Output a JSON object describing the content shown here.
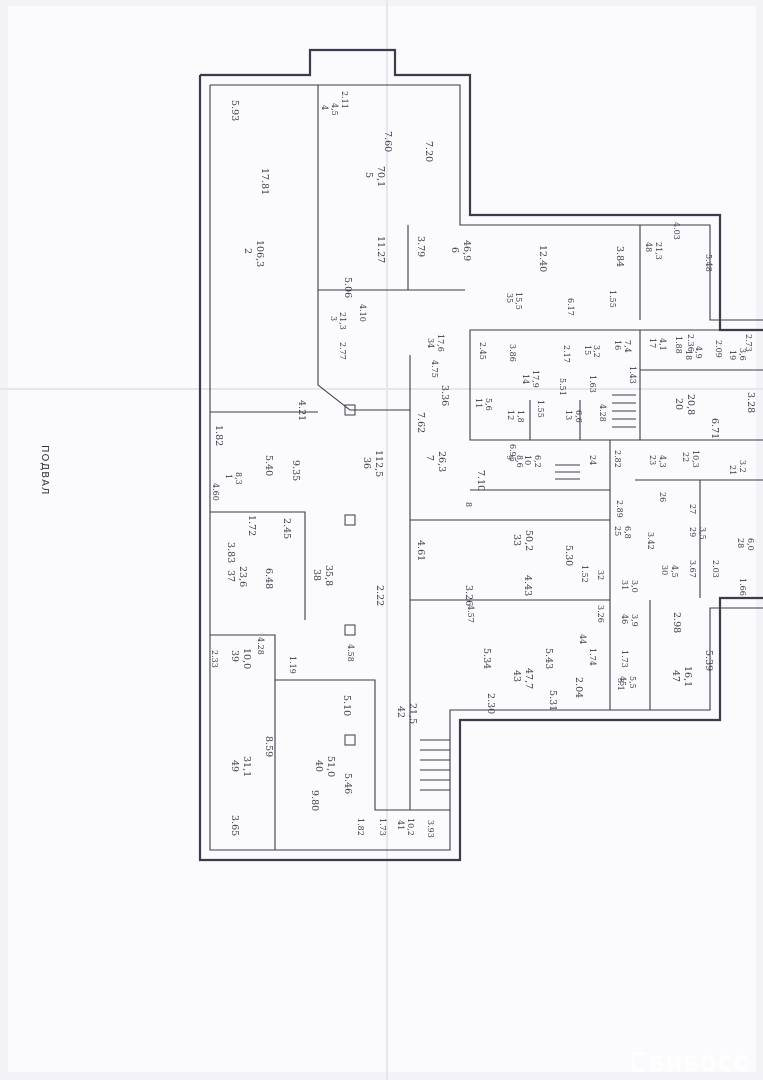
{
  "plan": {
    "title": "ПОДВАЛ",
    "watermark": "БИБОСС",
    "rooms": [
      {
        "id": "room-2",
        "num": "2",
        "area": "106,3",
        "dims": [
          "5.93",
          "17.81"
        ]
      },
      {
        "id": "room-4",
        "num": "4",
        "area": "4,5",
        "dims": [
          "2.11"
        ]
      },
      {
        "id": "room-5",
        "num": "5",
        "area": "70,1",
        "dims": [
          "7.60",
          "7.20",
          "11.27",
          "5.06"
        ]
      },
      {
        "id": "room-6",
        "num": "6",
        "area": "46,9",
        "dims": [
          "3.79",
          "12.40",
          "3.84"
        ]
      },
      {
        "id": "room-48",
        "num": "48",
        "area": "21,3",
        "dims": [
          "4.03",
          "5.48"
        ]
      },
      {
        "id": "room-3",
        "num": "3",
        "area": "21,3",
        "dims": [
          "4.10",
          "2.77"
        ]
      },
      {
        "id": "room-35",
        "num": "35",
        "area": "15,5",
        "dims": [
          "6.17",
          "1.55"
        ]
      },
      {
        "id": "room-34",
        "num": "34",
        "area": "17,6",
        "dims": [
          "2.45",
          "4.75"
        ]
      },
      {
        "id": "room-14",
        "num": "14",
        "area": "17,9",
        "dims": [
          "3.86",
          "5.51",
          "2.17"
        ]
      },
      {
        "id": "room-15",
        "num": "15",
        "area": "3,2",
        "dims": [
          "1.63"
        ]
      },
      {
        "id": "room-16",
        "num": "16",
        "area": "7,4",
        "dims": [
          "1.43"
        ]
      },
      {
        "id": "room-17",
        "num": "17",
        "area": "4,1",
        "dims": [
          "1.88"
        ]
      },
      {
        "id": "room-18",
        "num": "18",
        "area": "4,9",
        "dims": [
          "2.36",
          "2.09"
        ]
      },
      {
        "id": "room-19",
        "num": "19",
        "area": "3,6",
        "dims": [
          "2.73"
        ]
      },
      {
        "id": "room-36",
        "num": "36",
        "area": "112,5",
        "dims": [
          "4.21",
          "1.82",
          "5.40",
          "9.35",
          "3.36"
        ]
      },
      {
        "id": "room-11",
        "num": "11",
        "area": "5,6",
        "dims": []
      },
      {
        "id": "room-12",
        "num": "12",
        "area": "1,8",
        "dims": [
          "1.55"
        ]
      },
      {
        "id": "room-13",
        "num": "13",
        "area": "6,6",
        "dims": [
          "4.28"
        ]
      },
      {
        "id": "room-20",
        "num": "20",
        "area": "20,8",
        "dims": [
          "6.71",
          "3.28"
        ]
      },
      {
        "id": "room-1",
        "num": "1",
        "area": "8,3",
        "dims": [
          "4.60"
        ]
      },
      {
        "id": "room-7",
        "num": "7",
        "area": "26,3",
        "dims": [
          "7.62",
          "7.10"
        ]
      },
      {
        "id": "room-9",
        "num": "9",
        "area": "8,6",
        "dims": [
          "6.95"
        ]
      },
      {
        "id": "room-10",
        "num": "10",
        "area": "6,2",
        "dims": []
      },
      {
        "id": "room-24",
        "num": "24",
        "area": "",
        "dims": [
          "2.82"
        ]
      },
      {
        "id": "room-23",
        "num": "23",
        "area": "4,3",
        "dims": []
      },
      {
        "id": "room-22",
        "num": "22",
        "area": "10,3",
        "dims": []
      },
      {
        "id": "room-21",
        "num": "21",
        "area": "",
        "dims": [
          "3.2"
        ]
      },
      {
        "id": "room-8",
        "num": "8",
        "area": "",
        "dims": []
      },
      {
        "id": "room-37",
        "num": "37",
        "area": "23,6",
        "dims": [
          "1.72",
          "3.83",
          "6.48"
        ]
      },
      {
        "id": "room-38",
        "num": "38",
        "area": "35,8",
        "dims": [
          "2.45"
        ]
      },
      {
        "id": "room-33",
        "num": "33",
        "area": "50,2",
        "dims": [
          "4.61",
          "5.30",
          "4.43",
          "2.22",
          "3.26"
        ]
      },
      {
        "id": "room-25",
        "num": "25",
        "area": "6,8",
        "dims": [
          "2.89"
        ]
      },
      {
        "id": "room-26",
        "num": "26",
        "area": "",
        "dims": []
      },
      {
        "id": "room-27",
        "num": "27",
        "area": "",
        "dims": []
      },
      {
        "id": "room-29",
        "num": "29",
        "area": "3,5",
        "dims": [
          "3.42"
        ]
      },
      {
        "id": "room-28",
        "num": "28",
        "area": "6,0",
        "dims": []
      },
      {
        "id": "room-30",
        "num": "30",
        "area": "4,5",
        "dims": [
          "3.67",
          "2.03"
        ]
      },
      {
        "id": "room-31",
        "num": "31",
        "area": "3,0",
        "dims": [
          "1.52"
        ]
      },
      {
        "id": "room-32",
        "num": "32",
        "area": "",
        "dims": []
      },
      {
        "id": "room-39",
        "num": "39",
        "area": "10,0",
        "dims": [
          "4.28",
          "2.33",
          "1.19"
        ]
      },
      {
        "id": "room-44",
        "num": "44",
        "area": "",
        "dims": [
          "1.74",
          "3.26",
          "4.57",
          "4.58"
        ]
      },
      {
        "id": "room-43",
        "num": "43",
        "area": "47,7",
        "dims": [
          "5.34",
          "5.43",
          "2.30",
          "5.31",
          "2.04"
        ]
      },
      {
        "id": "room-45",
        "num": "45",
        "area": "5,5",
        "dims": [
          "1.73",
          "3.1"
        ]
      },
      {
        "id": "room-46",
        "num": "46",
        "area": "3,9",
        "dims": []
      },
      {
        "id": "room-47",
        "num": "47",
        "area": "16,1",
        "dims": [
          "2.98",
          "5.39"
        ]
      },
      {
        "id": "room-40",
        "num": "40",
        "area": "51,0",
        "dims": [
          "5.10",
          "5.46",
          "9.80"
        ]
      },
      {
        "id": "room-49",
        "num": "49",
        "area": "31,1",
        "dims": [
          "8.59",
          "3.65"
        ]
      },
      {
        "id": "room-42",
        "num": "42",
        "area": "21,5",
        "dims": []
      },
      {
        "id": "room-41",
        "num": "41",
        "area": "10,2",
        "dims": [
          "1.82",
          "1.73",
          "3.93"
        ]
      }
    ],
    "extra": [
      "1.66"
    ]
  }
}
